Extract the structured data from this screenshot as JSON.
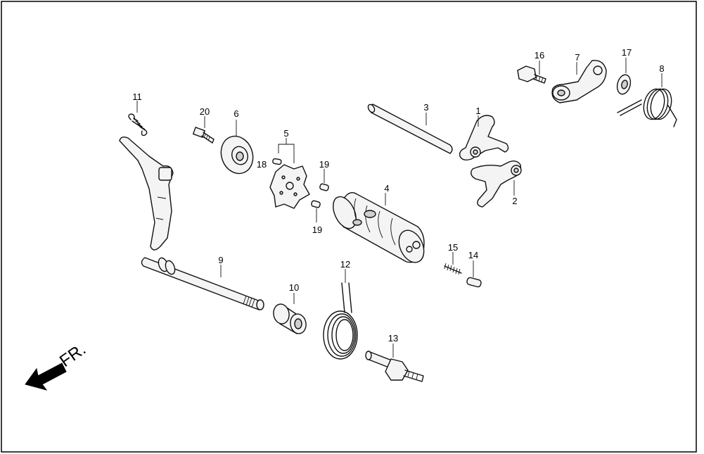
{
  "direction_label": "FR.",
  "callouts": {
    "c1": "1",
    "c2": "2",
    "c3": "3",
    "c4": "4",
    "c5": "5",
    "c6": "6",
    "c7": "7",
    "c8": "8",
    "c9": "9",
    "c10": "10",
    "c11": "11",
    "c12": "12",
    "c13": "13",
    "c14": "14",
    "c15": "15",
    "c16": "16",
    "c17": "17",
    "c18": "18",
    "c19a": "19",
    "c19b": "19",
    "c20": "20"
  },
  "colors": {
    "line": "#111111",
    "fill": "#f4f4f4",
    "arrow": "#000000"
  }
}
